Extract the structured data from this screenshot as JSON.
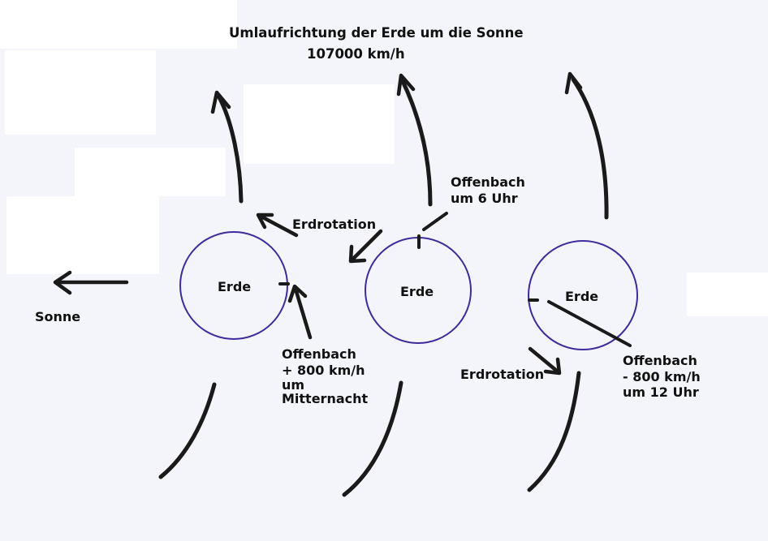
{
  "title": {
    "line1": "Umlaufrichtung der Erde um die Sonne",
    "line2": "107000 km/h"
  },
  "sun_label": "Sonne",
  "earths": [
    {
      "label": "Erde"
    },
    {
      "label": "Erde"
    },
    {
      "label": "Erde"
    }
  ],
  "rotation_labels": [
    "Erdrotation",
    "Erdrotation"
  ],
  "offenbach_midnight": {
    "line1": "Offenbach",
    "line2": "+ 800 km/h",
    "line3": "um",
    "line4": "Mitternacht"
  },
  "offenbach_6am": {
    "line1": "Offenbach",
    "line2": "um 6 Uhr"
  },
  "offenbach_noon": {
    "line1": "Offenbach",
    "line2": "- 800 km/h",
    "line3": "um 12 Uhr"
  },
  "colors": {
    "background": "#f4f5fa",
    "ink": "#1a1a1a",
    "circle": "#3f2a9a",
    "whiteout_patch": "#ffffff"
  }
}
